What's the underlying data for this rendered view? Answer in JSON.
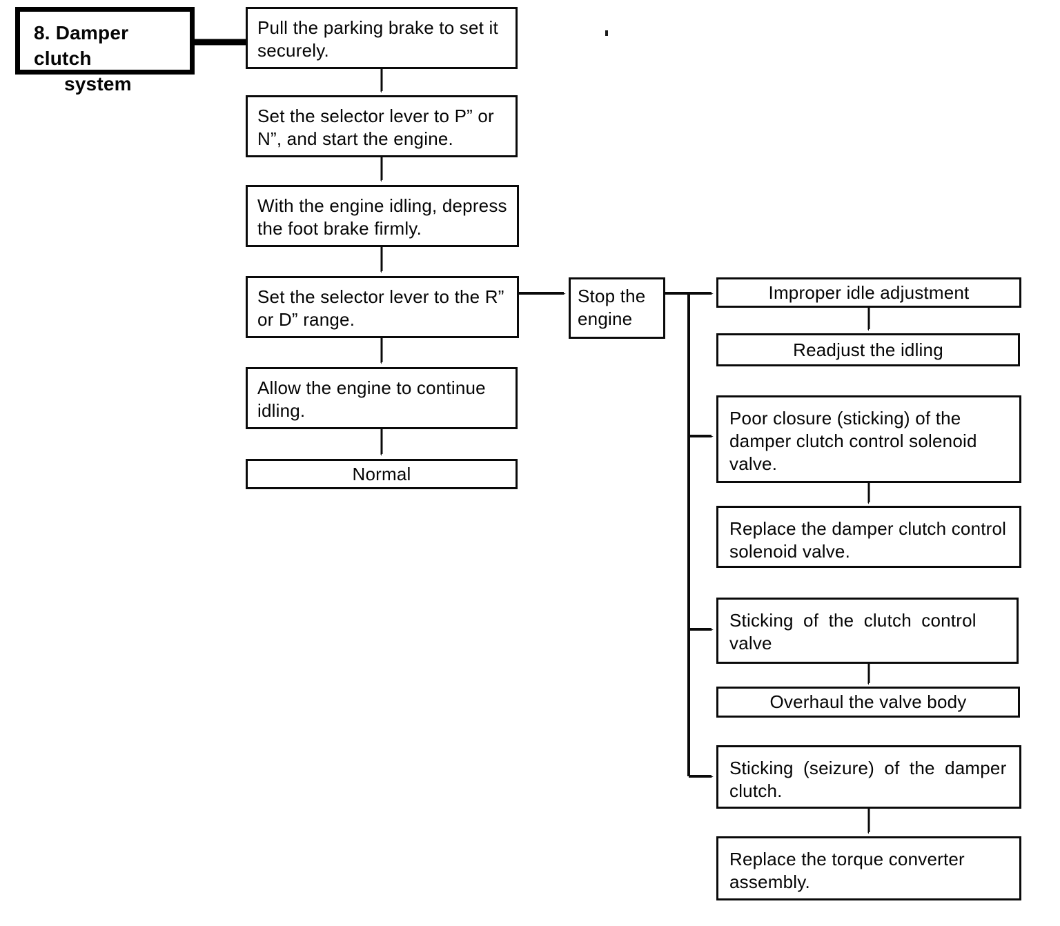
{
  "page": {
    "background_color": "#ffffff",
    "ink_color": "#0a0a0a"
  },
  "title_box": {
    "line1": "8. Damper clutch",
    "line2": "system"
  },
  "steps": [
    {
      "label": "Pull the parking brake to set it\nsecurely."
    },
    {
      "label": "Set the selector lever to P” or\nN”, and start the engine."
    },
    {
      "label": "With the engine idling, depress\nthe foot brake firmly."
    },
    {
      "label": "Set the selector lever to the R”\nor D” range."
    },
    {
      "label": "Allow the engine to continue\nidling."
    },
    {
      "label": "Normal"
    }
  ],
  "decision_box": {
    "label": "Stop the\nengine"
  },
  "fault_branches": [
    {
      "cause": "Improper idle adjustment",
      "remedy": "Readjust the idling"
    },
    {
      "cause": "Poor closure (sticking) of the\ndamper clutch control solenoid\nvalve.",
      "remedy": "Replace the damper clutch control\nsolenoid valve."
    },
    {
      "cause": "Sticking of the clutch control\nvalve",
      "remedy": "Overhaul the valve body"
    },
    {
      "cause": "Sticking (seizure) of the damper\nclutch.",
      "remedy": "Replace the torque converter\nassembly."
    }
  ]
}
